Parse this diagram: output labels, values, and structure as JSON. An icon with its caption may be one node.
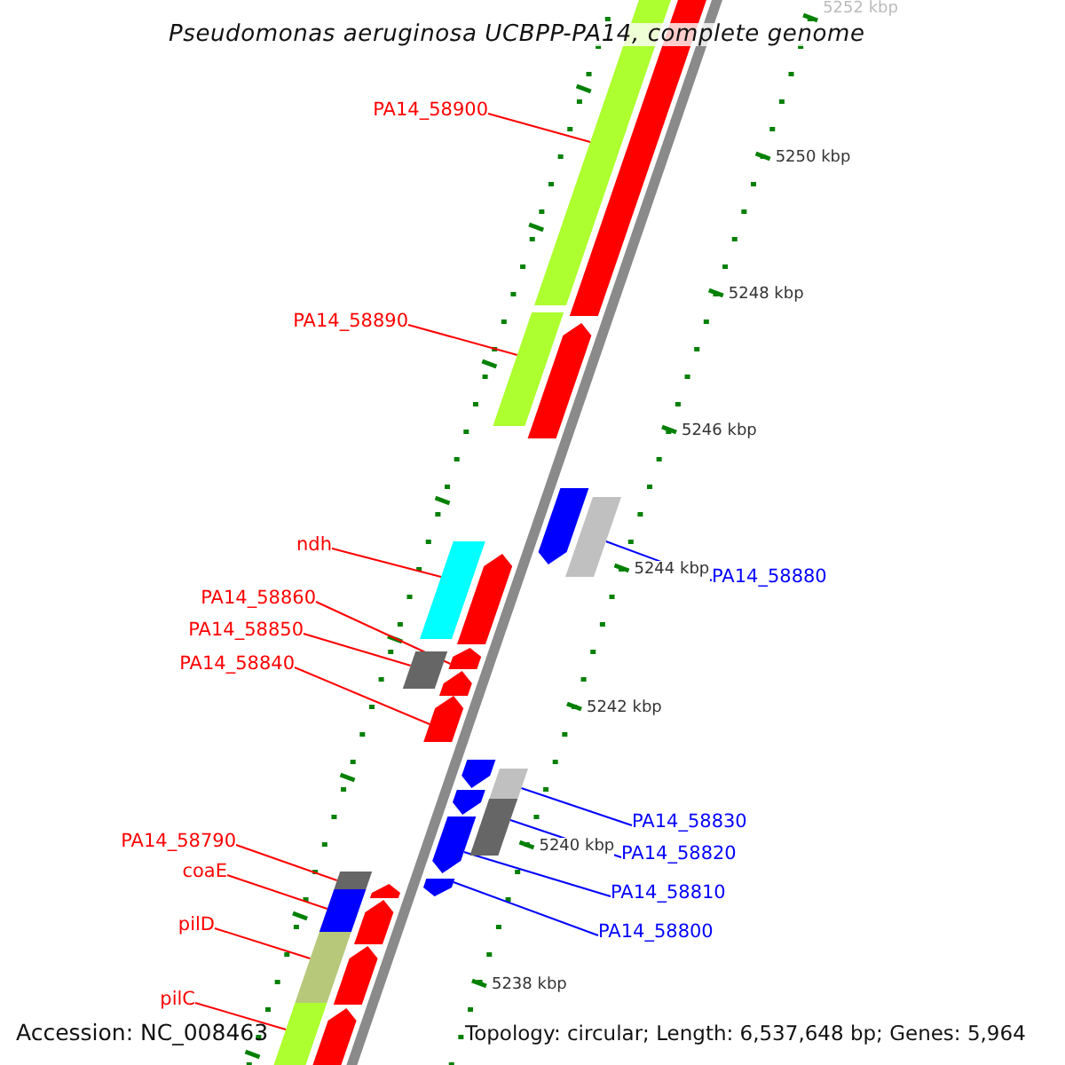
{
  "diagram": {
    "title": "Pseudomonas aeruginosa UCBPP-PA14, complete genome",
    "nodes": [
      {
        "text": [
          "PA14_58900"
        ]
      },
      {
        "text": [],
        "shape": "bar"
      },
      {
        "text": [
          "PA14_58890"
        ]
      },
      {
        "text": [],
        "shape": "bar"
      },
      {
        "text": [
          "ndh"
        ]
      },
      {
        "text": [],
        "shape": "bar"
      },
      {
        "text": [
          "PA14_58880"
        ]
      },
      {
        "text": [],
        "shape": "bar"
      },
      {
        "text": [
          "PA14_58860"
        ]
      },
      {
        "text": [],
        "shape": "arrow"
      },
      {
        "text": [
          "PA14_58850"
        ]
      },
      {
        "text": [],
        "shape": "bar"
      },
      {
        "text": [
          "PA14_58840"
        ]
      },
      {
        "text": [],
        "shape": "arrow"
      },
      {
        "text": [
          "PA14_58830"
        ]
      },
      {
        "text": [],
        "shape": "bar"
      },
      {
        "text": [
          "PA14_58790"
        ]
      },
      {
        "text": [],
        "shape": "bar"
      },
      {
        "text": [
          "PA14_58820"
        ]
      },
      {
        "text": [],
        "shape": "bar"
      },
      {
        "text": [
          "coaE"
        ]
      },
      {
        "text": [],
        "shape": "bar"
      },
      {
        "text": [
          "PA14_58810"
        ]
      },
      {
        "text": [],
        "shape": "arrow"
      },
      {
        "text": [
          "pilD"
        ]
      },
      {
        "text": [],
        "shape": "bar"
      },
      {
        "text": [
          "PA14_58800"
        ]
      },
      {
        "text": [],
        "shape": "arrow"
      },
      {
        "text": [
          "pilC"
        ]
      },
      {
        "text": [],
        "shape": "bar"
      },
      {
        "text": [],
        "shape": "bar"
      },
      {
        "text": [],
        "shape": "arrow"
      },
      {
        "text": [],
        "shape": "arrow"
      },
      {
        "text": [],
        "shape": "arrow"
      },
      {
        "text": [],
        "shape": "arrow"
      },
      {
        "text": [],
        "shape": "arrow"
      },
      {
        "text": [],
        "shape": "arrow"
      },
      {
        "text": [],
        "shape": "arrow"
      },
      {
        "text": [],
        "shape": "arrow"
      },
      {
        "text": [],
        "shape": "arrow"
      },
      {
        "text": [],
        "shape": "arrow"
      }
    ],
    "edges": [
      {
        "from": 0,
        "to": 1,
        "arrow": "none"
      },
      {
        "from": 2,
        "to": 3,
        "arrow": "none"
      },
      {
        "from": 4,
        "to": 5,
        "arrow": "none"
      },
      {
        "from": 6,
        "to": 7,
        "arrow": "none",
        "color": "#0000ff"
      },
      {
        "from": 8,
        "to": 9,
        "arrow": "none"
      },
      {
        "from": 10,
        "to": 11,
        "arrow": "none"
      },
      {
        "from": 12,
        "to": 13,
        "arrow": "none"
      },
      {
        "from": 14,
        "to": 15,
        "arrow": "none",
        "color": "#0000ff"
      },
      {
        "from": 16,
        "to": 17,
        "arrow": "none"
      },
      {
        "from": 18,
        "to": 19,
        "arrow": "none",
        "color": "#0000ff"
      },
      {
        "from": 20,
        "to": 21,
        "arrow": "none"
      },
      {
        "from": 22,
        "to": 23,
        "arrow": "none",
        "color": "#0000ff"
      },
      {
        "from": 24,
        "to": 25,
        "arrow": "none"
      },
      {
        "from": 26,
        "to": 27,
        "arrow": "none",
        "color": "#0000ff"
      },
      {
        "from": 28,
        "to": 29,
        "arrow": "none"
      }
    ],
    "labels": [
      "5252 kbp",
      "5250 kbp",
      "5248 kbp",
      "5246 kbp",
      "5244 kbp",
      "5242 kbp",
      "5240 kbp",
      "5238 kbp",
      "Accession: NC_008463",
      "Topology: circular; Length: 6,537,648 bp; Genes: 5,964"
    ]
  }
}
